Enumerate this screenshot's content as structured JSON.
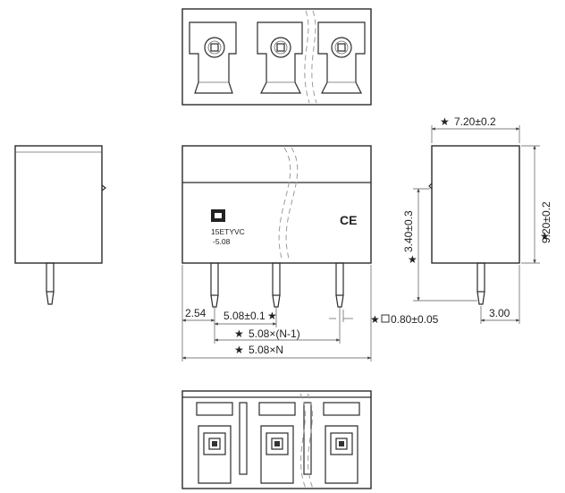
{
  "colors": {
    "line": "#2b2b2b",
    "dimension": "#555555",
    "background": "#ffffff"
  },
  "front": {
    "model_line1": "15ETYVC",
    "model_line2": "-5.08",
    "ce_mark": "CE"
  },
  "dimensions": {
    "offset": "2.54",
    "pitch": "5.08±0.1",
    "pitch_n1": "5.08×(N-1)",
    "length_n": "5.08×N",
    "pin_size": "0.80±0.05",
    "side_width": "7.20±0.2",
    "side_height": "9.20±0.2",
    "pin_height": "3.40±0.3",
    "pin_offset": "3.00"
  },
  "icons": {
    "key_dim": "star-icon",
    "square_pin": "square-icon"
  }
}
